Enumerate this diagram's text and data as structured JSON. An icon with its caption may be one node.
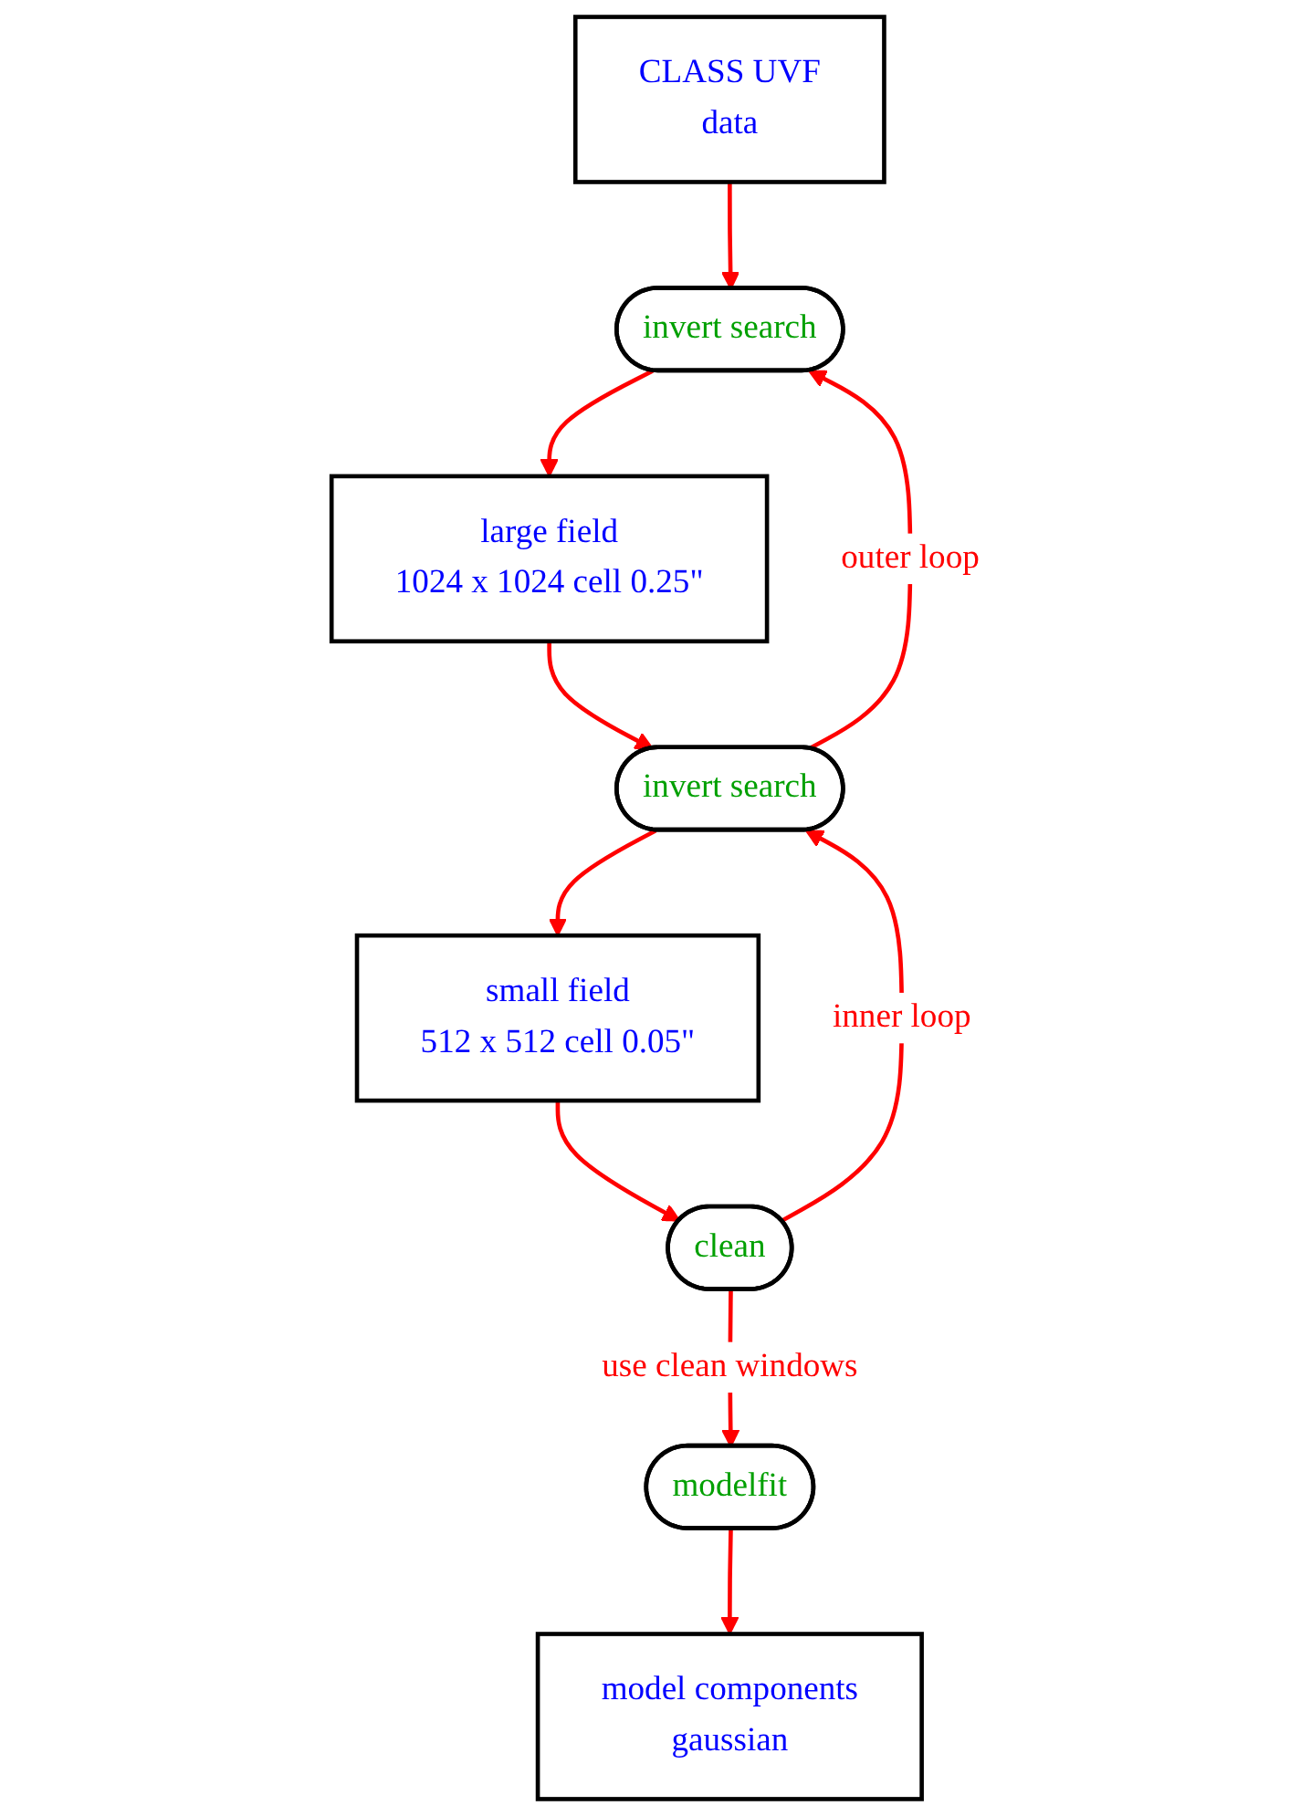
{
  "diagram": {
    "nodes": [
      {
        "text": [
          "CLASS UVF",
          "data"
        ]
      },
      {
        "text": [
          "invert search"
        ]
      },
      {
        "text": [
          "large field",
          "1024 x 1024 cell 0.25\""
        ]
      },
      {
        "text": [
          "invert search"
        ]
      },
      {
        "text": [
          "small field",
          "512 x 512 cell 0.05\""
        ]
      },
      {
        "text": [
          "clean"
        ]
      },
      {
        "text": [
          "model components",
          "gaussian"
        ]
      },
      {
        "text": [
          "modelfit"
        ]
      }
    ],
    "edges": [
      {
        "from": 0,
        "to": 1,
        "arrow": "to"
      },
      {
        "from": 1,
        "to": 2,
        "arrow": "to"
      },
      {
        "from": 2,
        "to": 3,
        "arrow": "to"
      },
      {
        "from": 3,
        "to": 1,
        "arrow": "to",
        "label": "outer loop"
      },
      {
        "from": 3,
        "to": 4,
        "arrow": "to"
      },
      {
        "from": 4,
        "to": 5,
        "arrow": "to"
      },
      {
        "from": 5,
        "to": 3,
        "arrow": "to",
        "label": "inner loop"
      },
      {
        "from": 5,
        "to": 7,
        "arrow": "to",
        "label": "use clean windows"
      },
      {
        "from": 7,
        "to": 6,
        "arrow": "to"
      }
    ]
  }
}
